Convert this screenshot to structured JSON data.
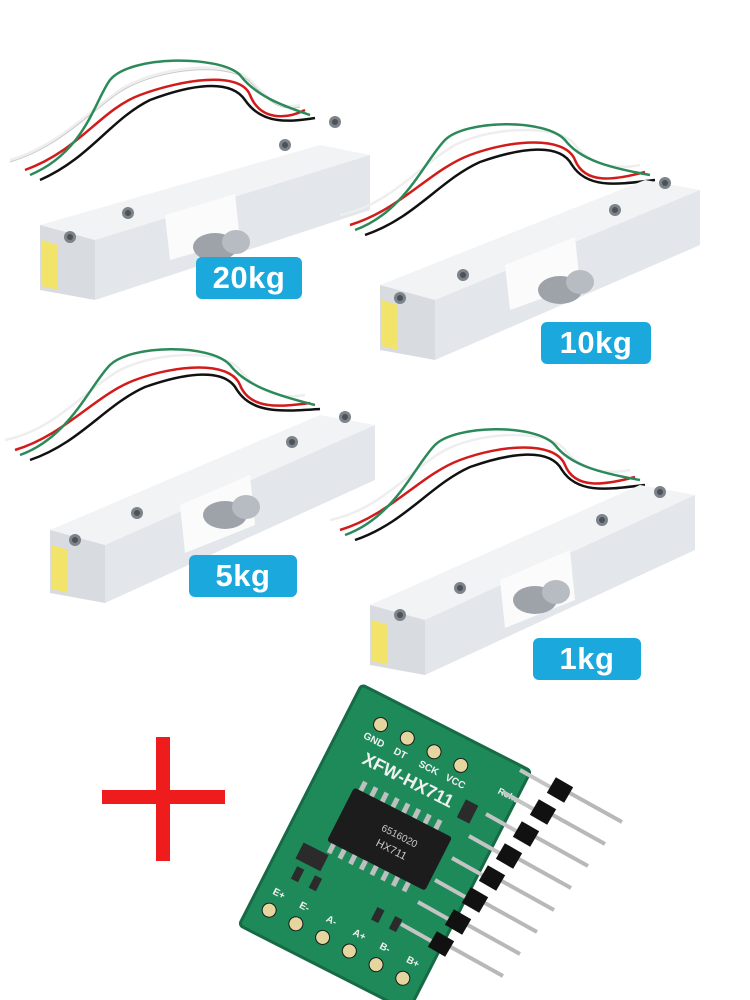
{
  "products": [
    {
      "capacity": "20kg"
    },
    {
      "capacity": "10kg"
    },
    {
      "capacity": "5kg"
    },
    {
      "capacity": "1kg"
    }
  ],
  "plus_symbol": "+",
  "module": {
    "brand_label": "XFW-HX711",
    "chip_label": "HX711",
    "chip_code": "6516020",
    "pins_top": [
      "GND",
      "DT",
      "SCK",
      "VCC"
    ],
    "pins_bottom": [
      "E+",
      "E-",
      "A-",
      "A+",
      "B-",
      "B+"
    ],
    "logo_text": "Rohs",
    "header_pin_count": 8
  },
  "colors": {
    "badge": "#1ba8dc",
    "plus": "#ee1c1c",
    "pcb": "#1e8a5a",
    "aluminium": "#e6e8ec"
  }
}
